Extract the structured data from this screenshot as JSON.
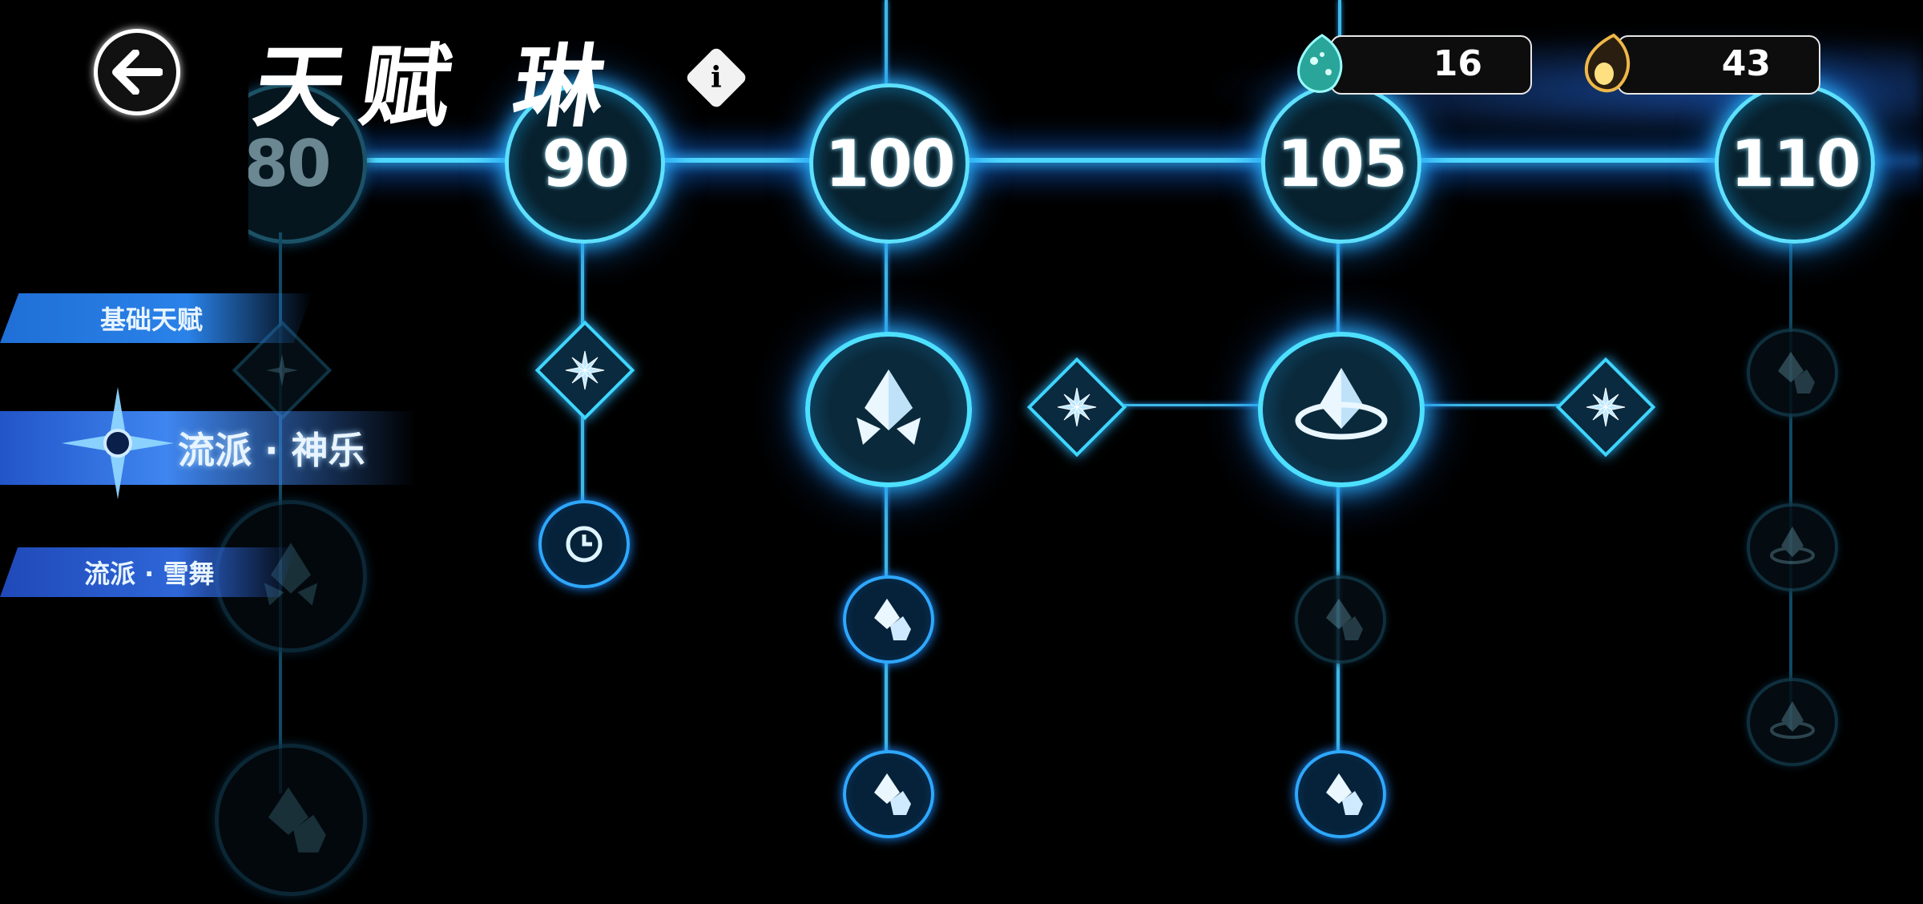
{
  "header": {
    "title": "天赋 琳",
    "back_icon": "back-arrow-icon",
    "info_icon": "info-icon",
    "info_glyph": "i"
  },
  "currencies": [
    {
      "icon": "teal-gem-icon",
      "value": "16"
    },
    {
      "icon": "gold-gem-icon",
      "value": "43"
    }
  ],
  "tabs": [
    {
      "label": "基础天赋",
      "selected": false
    },
    {
      "label": "流派 · 神乐",
      "selected": true
    },
    {
      "label": "流派 · 雪舞",
      "selected": false
    }
  ],
  "levels": [
    "80",
    "90",
    "100",
    "105",
    "110"
  ],
  "colors": {
    "accent": "#4ee0ff",
    "tab_blue": "#2a82e8",
    "background": "#000000"
  }
}
